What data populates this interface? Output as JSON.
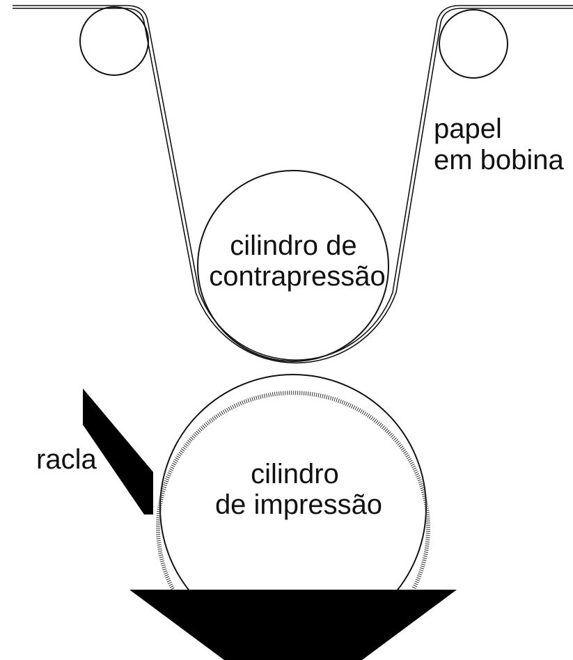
{
  "labels": {
    "paper": [
      "papel",
      "em bobina"
    ],
    "counter_cylinder": [
      "cilindro de",
      "contrapressão"
    ],
    "print_cylinder": [
      "cilindro",
      "de impressão"
    ],
    "doctor_blade": "racla"
  }
}
